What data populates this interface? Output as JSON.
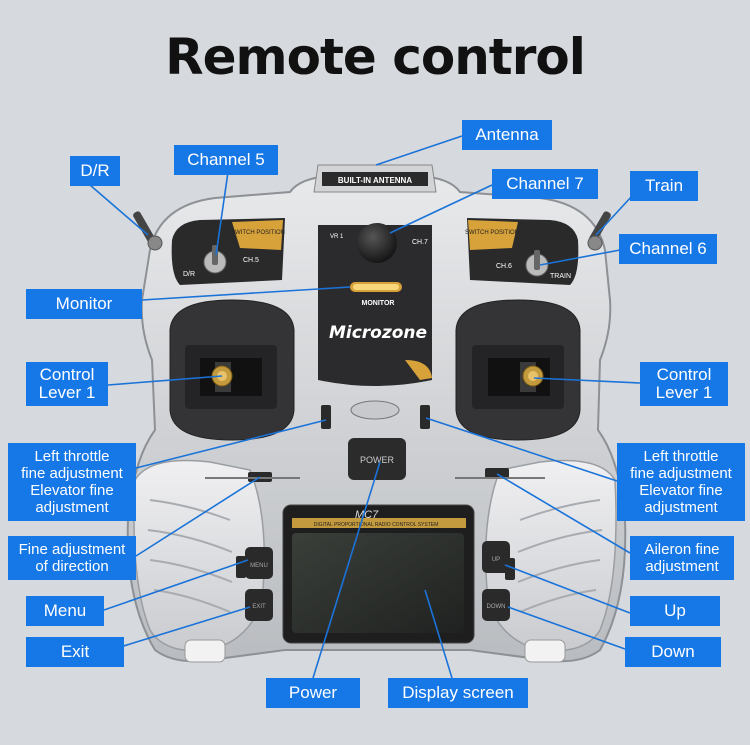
{
  "title": "Remote control",
  "device": {
    "top_badge": "BUILT-IN ANTENNA",
    "switch_left_caption": "SWITCH POSITION",
    "switch_right_caption": "SWITCH POSITION",
    "dr_tag": "D/R",
    "ch5_tag": "CH.5",
    "ch6_tag": "CH.6",
    "train_tag": "TRAIN",
    "vr_tag": "VR 1",
    "ch7_tag": "CH.7",
    "monitor_tag": "MONITOR",
    "brand": "Microzone",
    "power_key": "POWER",
    "model": "MC7",
    "screen_caption": "DIGITAL PROPORTIONAL RADIO CONTROL SYSTEM",
    "menu_key": "MENU",
    "exit_key": "EXIT",
    "up_key": "UP",
    "down_key": "DOWN"
  },
  "labels": {
    "antenna": "Antenna",
    "channel5": "Channel 5",
    "dr": "D/R",
    "channel7": "Channel 7",
    "train": "Train",
    "channel6": "Channel 6",
    "monitor": "Monitor",
    "lever_left_1": "Control",
    "lever_left_2": "Lever 1",
    "lever_right_1": "Control",
    "lever_right_2": "Lever 1",
    "left_trim_1": "Left throttle",
    "left_trim_2": "fine adjustment",
    "left_trim_3": "Elevator fine",
    "left_trim_4": "adjustment",
    "right_trim_1": "Left throttle",
    "right_trim_2": "fine adjustment",
    "right_trim_3": "Elevator fine",
    "right_trim_4": "adjustment",
    "direction_1": "Fine adjustment",
    "direction_2": "of direction",
    "aileron_1": "Aileron fine",
    "aileron_2": "adjustment",
    "menu": "Menu",
    "up": "Up",
    "exit": "Exit",
    "down": "Down",
    "power": "Power",
    "display": "Display screen"
  },
  "colors": {
    "label_bg": "#1677e6",
    "label_text": "#ffffff",
    "leader_line": "#1a73d9",
    "accent": "#d8a23a"
  }
}
